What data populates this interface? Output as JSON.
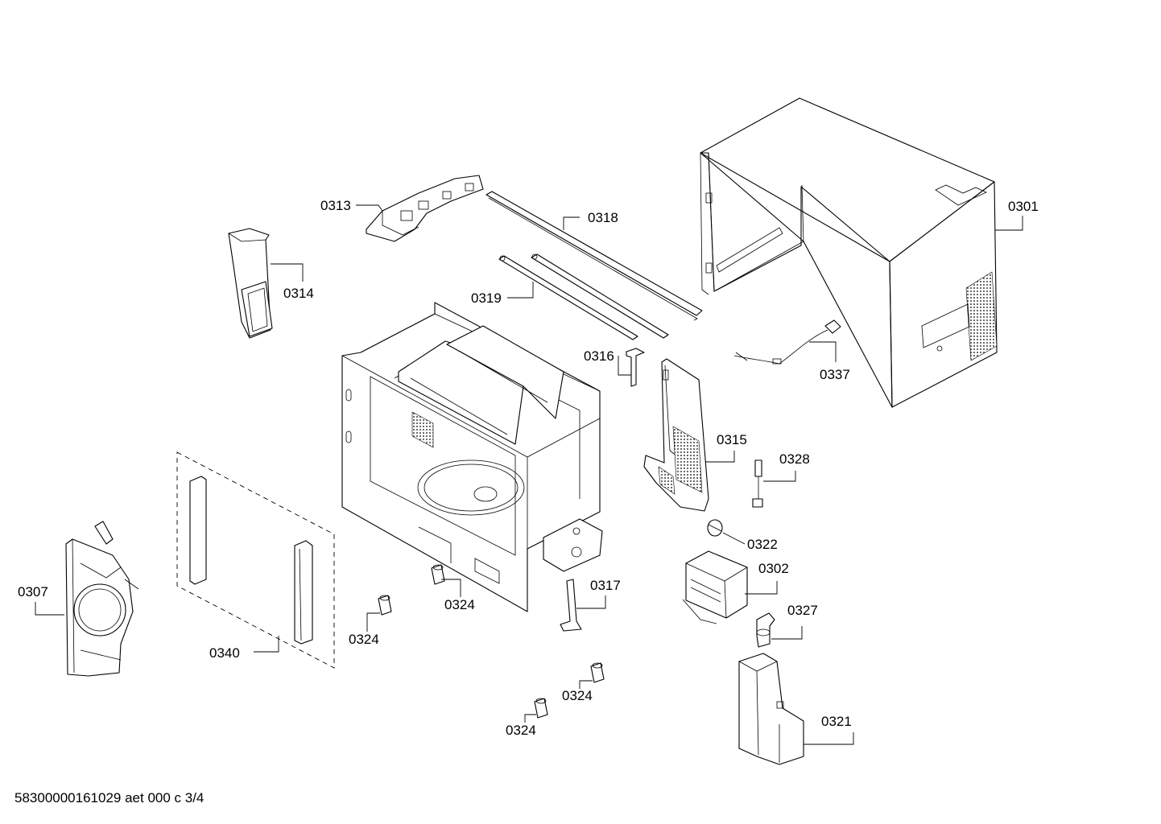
{
  "drawing_code": "58300000161029 aet 000 c 3/4",
  "parts": [
    {
      "id": "p0301",
      "label": "0301"
    },
    {
      "id": "p0302",
      "label": "0302"
    },
    {
      "id": "p0307",
      "label": "0307"
    },
    {
      "id": "p0313",
      "label": "0313"
    },
    {
      "id": "p0314",
      "label": "0314"
    },
    {
      "id": "p0315",
      "label": "0315"
    },
    {
      "id": "p0316",
      "label": "0316"
    },
    {
      "id": "p0317",
      "label": "0317"
    },
    {
      "id": "p0318",
      "label": "0318"
    },
    {
      "id": "p0319",
      "label": "0319"
    },
    {
      "id": "p0321",
      "label": "0321"
    },
    {
      "id": "p0322",
      "label": "0322"
    },
    {
      "id": "p0324a",
      "label": "0324"
    },
    {
      "id": "p0324b",
      "label": "0324"
    },
    {
      "id": "p0324c",
      "label": "0324"
    },
    {
      "id": "p0324d",
      "label": "0324"
    },
    {
      "id": "p0327",
      "label": "0327"
    },
    {
      "id": "p0328",
      "label": "0328"
    },
    {
      "id": "p0337",
      "label": "0337"
    },
    {
      "id": "p0340",
      "label": "0340"
    }
  ]
}
